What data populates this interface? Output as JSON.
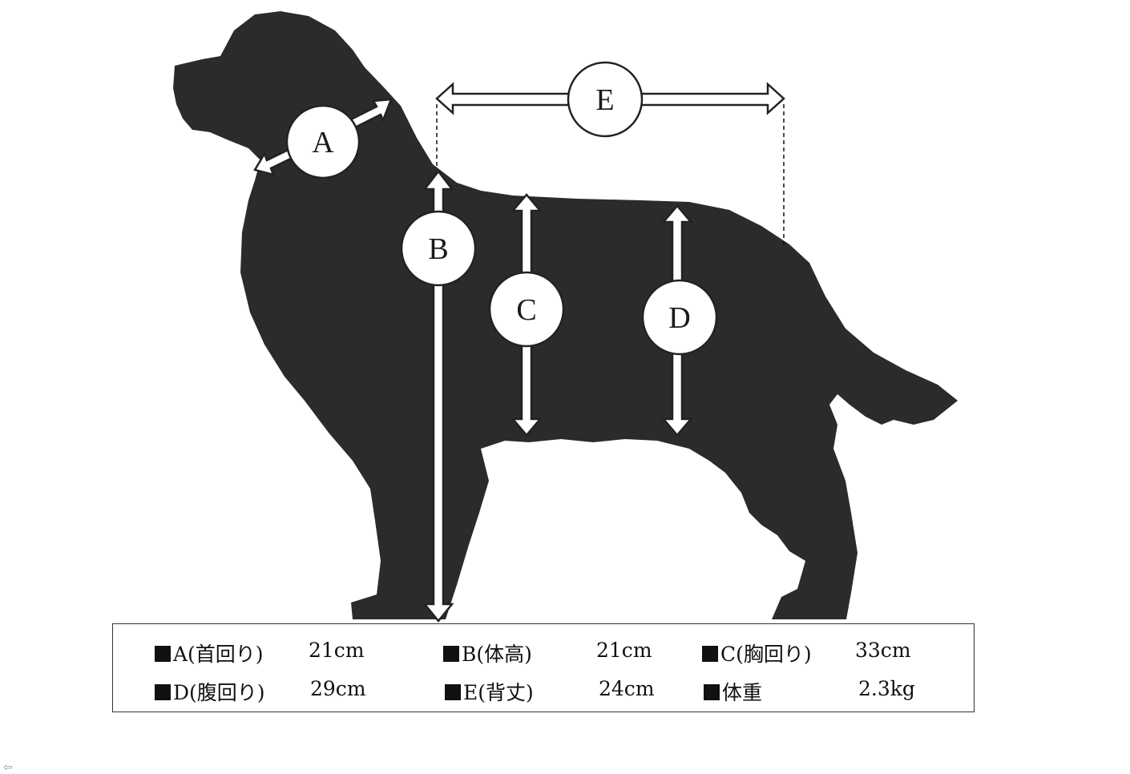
{
  "labels": {
    "a": "A",
    "b": "B",
    "c": "C",
    "d": "D",
    "e": "E"
  },
  "specs": [
    {
      "name": "A(首回り)",
      "value": "21cm"
    },
    {
      "name": "B(体高)",
      "value": "21cm"
    },
    {
      "name": "C(胸回り)",
      "value": "33cm"
    },
    {
      "name": "D(腹回り)",
      "value": "29cm"
    },
    {
      "name": "E(背丈)",
      "value": "24cm"
    },
    {
      "name": "体重",
      "value": "2.3kg"
    }
  ],
  "colors": {
    "silhouette": "#2b2b2b",
    "arrow_fill": "#ffffff",
    "arrow_stroke": "#222222"
  },
  "icons": {
    "back": "back-arrow-icon"
  }
}
